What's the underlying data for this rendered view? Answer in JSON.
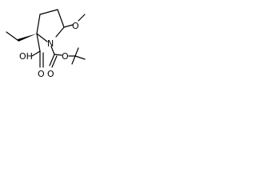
{
  "molecule": {
    "atoms": [
      {
        "id": "ring-n",
        "symbol": "N"
      },
      {
        "id": "ring-c2",
        "symbol": "C"
      },
      {
        "id": "ring-c3",
        "symbol": "C"
      },
      {
        "id": "ring-c4",
        "symbol": "C"
      },
      {
        "id": "ring-c5",
        "symbol": "C"
      },
      {
        "id": "methoxy-o",
        "symbol": "O"
      },
      {
        "id": "methoxy-c",
        "symbol": "C"
      },
      {
        "id": "ethyl-c1",
        "symbol": "C"
      },
      {
        "id": "ethyl-c2",
        "symbol": "C"
      },
      {
        "id": "acid-c",
        "symbol": "C"
      },
      {
        "id": "acid-oh",
        "symbol": "O"
      },
      {
        "id": "acid-o",
        "symbol": "O"
      },
      {
        "id": "boc-c",
        "symbol": "C"
      },
      {
        "id": "boc-o-carbonyl",
        "symbol": "O"
      },
      {
        "id": "boc-o-ester",
        "symbol": "O"
      },
      {
        "id": "tbu-c",
        "symbol": "C"
      },
      {
        "id": "tbu-m1",
        "symbol": "C"
      },
      {
        "id": "tbu-m2",
        "symbol": "C"
      },
      {
        "id": "tbu-m3",
        "symbol": "C"
      }
    ],
    "labels": {
      "nitrogen": "N",
      "methoxy_oxygen": "O",
      "acid_hydroxyl": "OH",
      "acid_carbonyl_oxygen": "O",
      "boc_carbonyl_oxygen": "O",
      "boc_ester_oxygen": "O"
    },
    "stereo": {
      "ring-c2_to_ethyl": "wedge"
    }
  }
}
